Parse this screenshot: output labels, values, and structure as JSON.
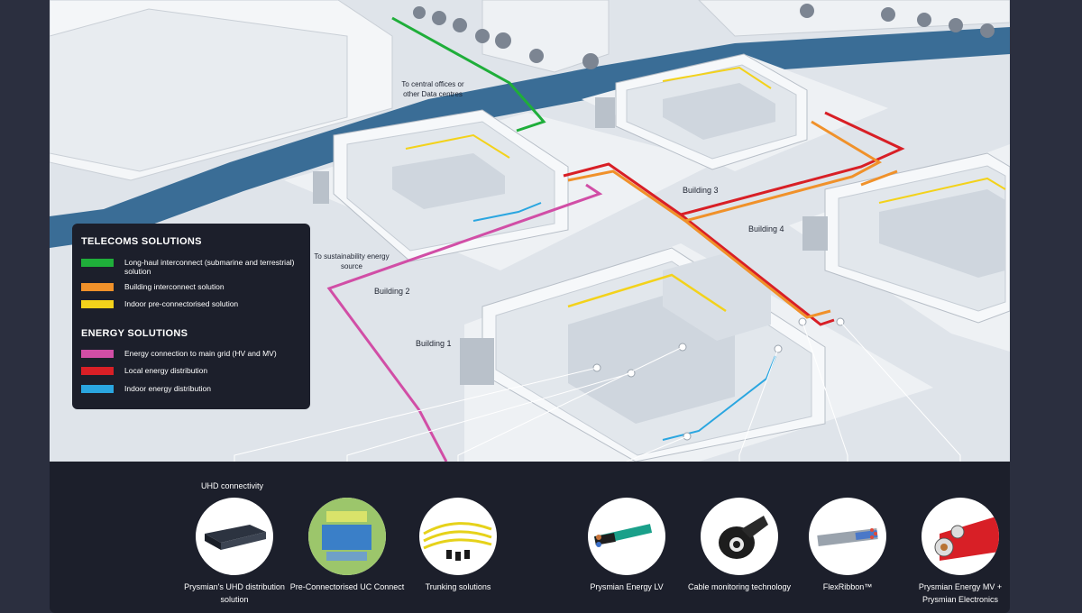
{
  "legend": {
    "telecoms_heading": "TELECOMS SOLUTIONS",
    "energy_heading": "ENERGY SOLUTIONS",
    "telecoms": [
      {
        "label": "Long-haul interconnect (submarine and terrestrial) solution",
        "color": "#1fae3a"
      },
      {
        "label": "Building interconnect solution",
        "color": "#f0912a"
      },
      {
        "label": "Indoor pre-connectorised solution",
        "color": "#f3d21b"
      }
    ],
    "energy": [
      {
        "label": "Energy connection to main grid (HV and MV)",
        "color": "#d14ea6"
      },
      {
        "label": "Local energy distribution",
        "color": "#d81f26"
      },
      {
        "label": "Indoor energy distribution",
        "color": "#2aa6e0"
      }
    ]
  },
  "buildings": {
    "b1": "Building 1",
    "b2": "Building 2",
    "b3": "Building 3",
    "b4": "Building 4"
  },
  "notes": {
    "central": "To central offices or other Data centres",
    "sustain": "To sustainability energy source"
  },
  "products": {
    "uhd_caption": "UHD connectivity",
    "items": [
      {
        "title": "Prysmian's UHD distribution solution"
      },
      {
        "title": "Pre-Connectorised UC Connect"
      },
      {
        "title": "Trunking solutions"
      },
      {
        "title": "Prysmian Energy LV"
      },
      {
        "title": "Cable monitoring technology"
      },
      {
        "title": "FlexRibbon™"
      },
      {
        "title": "Prysmian Energy MV + Prysmian Electronics"
      }
    ]
  }
}
